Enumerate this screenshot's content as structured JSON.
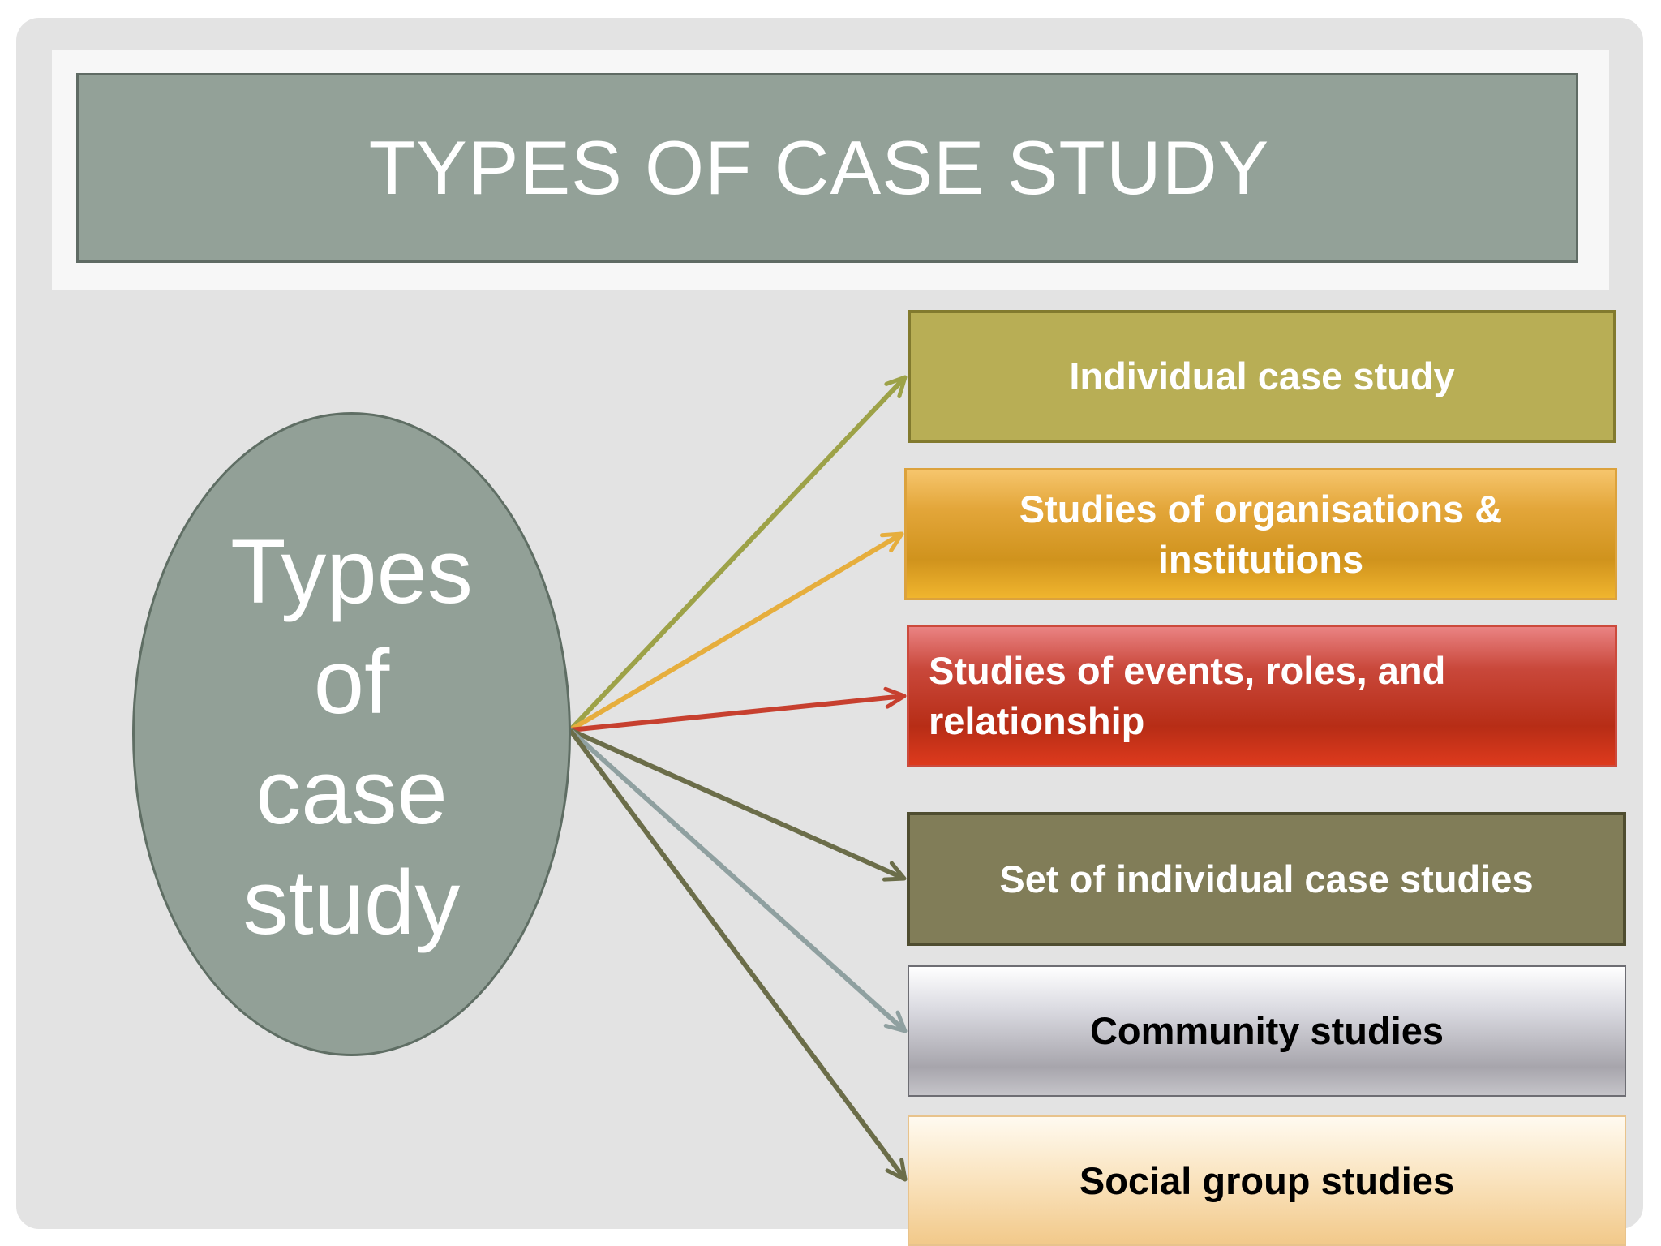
{
  "slide": {
    "title": "TYPES OF CASE STUDY"
  },
  "center_node": {
    "lines": [
      "Types",
      "of",
      "case",
      "study"
    ]
  },
  "boxes": [
    {
      "label": "Individual case study",
      "fill": "#b8ae55",
      "border": "#827a2e",
      "text_color": "#ffffff"
    },
    {
      "label_lines": [
        "Studies of organisations &",
        "institutions"
      ],
      "fill": "#e3a63a",
      "border": "#dca23c",
      "text_color": "#ffffff"
    },
    {
      "label_lines": [
        "Studies of events, roles,  and",
        "relationship"
      ],
      "fill": "#c0391f",
      "border": "#cc4a3c",
      "text_color": "#ffffff"
    },
    {
      "label": "Set of individual case studies",
      "fill": "#817d58",
      "border": "#4f4d30",
      "text_color": "#ffffff"
    },
    {
      "label": "Community studies",
      "fill": "#c1c0c5",
      "border": "#6d6d73",
      "text_color": "#000000"
    },
    {
      "label": "Social group studies",
      "fill": "#f5d6a5",
      "border": "#e8c38c",
      "text_color": "#000000"
    }
  ],
  "arrow_colors": [
    "#9da248",
    "#e6ae3d",
    "#c7402f",
    "#6b6d49",
    "#8fa0a0",
    "#6b6d49"
  ]
}
